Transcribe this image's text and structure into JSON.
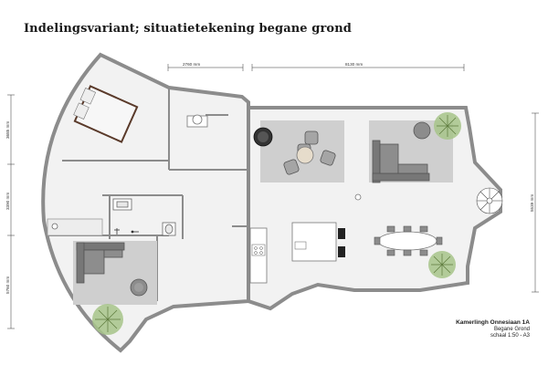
{
  "title": "Indelingsvariant; situatietekening begane grond",
  "dimensions": {
    "top_left": "2760 mm",
    "top_right": "8130 mm",
    "left_upper": "3685 mm",
    "left_middle": "3390 mm",
    "left_lower": "5760 mm",
    "right_side": "5539 mm"
  },
  "title_block": {
    "address": "Kamerlingh Onnesiaan 1A",
    "floor": "Begane Grond",
    "scale": "schaal 1:50 - A3"
  },
  "colors": {
    "wall": "#8c8c8c",
    "floor": "#f2f2f2",
    "rug": "#cfcfcf",
    "furniture": "#777777",
    "plant": "#a7c48a"
  }
}
